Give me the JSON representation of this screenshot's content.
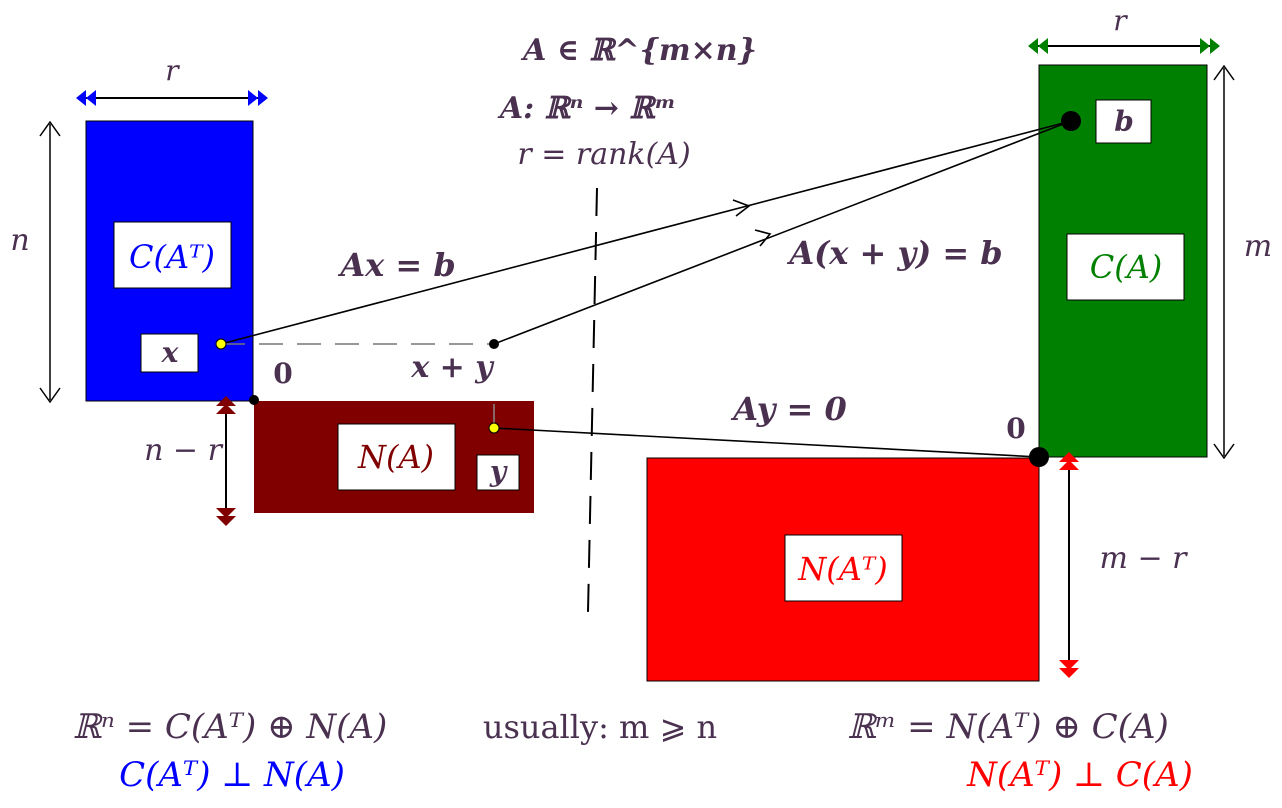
{
  "colors": {
    "ink": "#4a3150",
    "blue": "#0000ff",
    "darkred": "#800000",
    "red": "#ff0000",
    "green": "#008000",
    "yellow": "#ffff00"
  },
  "header": {
    "line1": "A ∈ ℝ^{m×n}",
    "line2": "A: ℝⁿ → ℝᵐ",
    "line3": "r = rank(A)"
  },
  "left": {
    "width_label": "r",
    "height_label": "n",
    "nullity_label": "n − r",
    "row_space_label": "C(Aᵀ)",
    "null_space_label": "N(A)",
    "x_label": "x",
    "y_label": "y",
    "sum_label": "x + y",
    "origin_label": "0"
  },
  "right": {
    "width_label": "r",
    "height_label": "m",
    "left_nullity_label": "m − r",
    "column_space_label": "C(A)",
    "left_null_space_label": "N(Aᵀ)",
    "b_label": "b",
    "origin_label": "0"
  },
  "equations": {
    "ax_b": "Ax = b",
    "axy_b": "A(x + y) = b",
    "ay_0": "Ay = 0"
  },
  "footer": {
    "left_line1": "ℝⁿ = C(Aᵀ) ⊕ N(A)",
    "left_line2": "C(Aᵀ) ⊥ N(A)",
    "middle": "usually: m ⩾ n",
    "right_line1": "ℝᵐ = N(Aᵀ) ⊕ C(A)",
    "right_line2": "N(Aᵀ) ⊥ C(A)"
  }
}
